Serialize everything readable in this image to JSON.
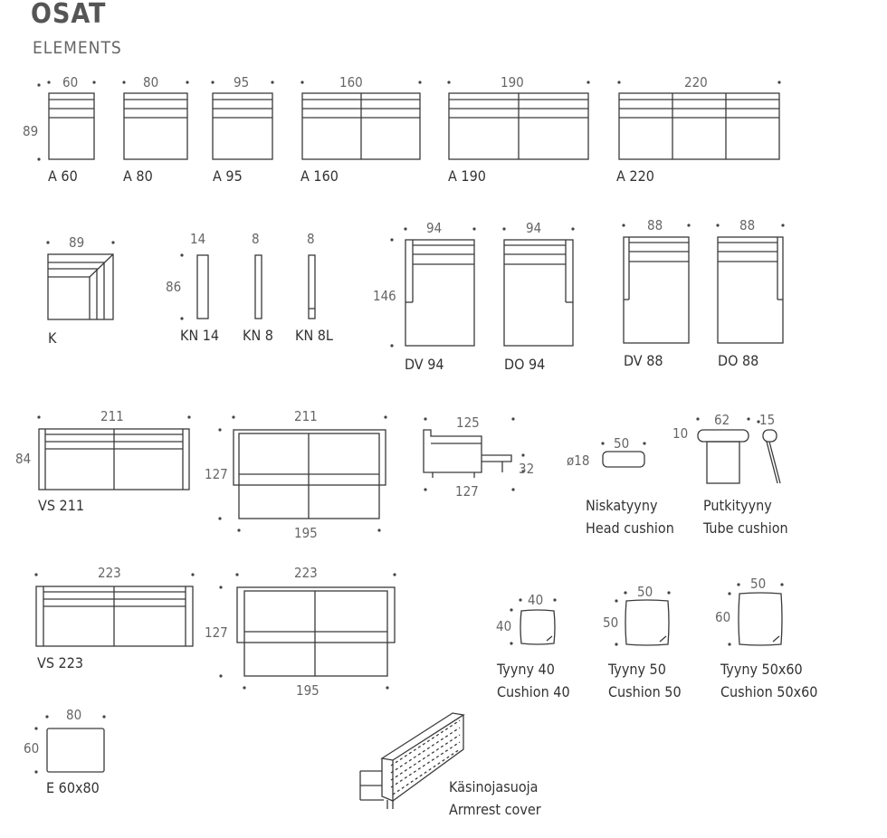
{
  "header": {
    "title": "OSAT",
    "subtitle": "ELEMENTS"
  },
  "row1": {
    "height_dim": "89",
    "items": [
      {
        "dim": "60",
        "label": "A 60"
      },
      {
        "dim": "80",
        "label": "A 80"
      },
      {
        "dim": "95",
        "label": "A 95"
      },
      {
        "dim": "160",
        "label": "A 160"
      },
      {
        "dim": "190",
        "label": "A 190"
      },
      {
        "dim": "220",
        "label": "A 220"
      }
    ]
  },
  "row2": {
    "corner": {
      "dim": "89",
      "label": "K"
    },
    "armrests": {
      "height_dim": "86",
      "items": [
        {
          "dim": "14",
          "label": "KN 14"
        },
        {
          "dim": "8",
          "label": "KN 8"
        },
        {
          "dim": "8",
          "label": "KN 8L"
        }
      ]
    },
    "chaise": {
      "height_dim": "146",
      "items": [
        {
          "dim": "94",
          "label": "DV 94"
        },
        {
          "dim": "94",
          "label": "DO 94"
        },
        {
          "dim": "88",
          "label": "DV 88"
        },
        {
          "dim": "88",
          "label": "DO 88"
        }
      ]
    }
  },
  "row3": {
    "vs211": {
      "width": "211",
      "height": "84",
      "label": "VS 211"
    },
    "bed211": {
      "width": "211",
      "height": "127",
      "inner": "195"
    },
    "side": {
      "top": "125",
      "right": "32",
      "bottom": "127"
    },
    "head_cushion": {
      "dim": "50",
      "diameter": "ø18",
      "label_fi": "Niskatyyny",
      "label_en": "Head cushion"
    },
    "tube_cushion": {
      "dim1": "62",
      "dim2": "15",
      "dim3": "10",
      "label_fi": "Putkityyny",
      "label_en": "Tube cushion"
    }
  },
  "row4": {
    "vs223": {
      "width": "223",
      "label": "VS 223"
    },
    "bed223": {
      "width": "223",
      "height": "127",
      "inner": "195"
    },
    "cushions": [
      {
        "w": "40",
        "h": "40",
        "label_fi": "Tyyny 40",
        "label_en": "Cushion 40"
      },
      {
        "w": "50",
        "h": "50",
        "label_fi": "Tyyny 50",
        "label_en": "Cushion 50"
      },
      {
        "w": "50",
        "h": "60",
        "label_fi": "Tyyny 50x60",
        "label_en": "Cushion 50x60"
      }
    ]
  },
  "row5": {
    "ottoman": {
      "w": "80",
      "h": "60",
      "label": "E 60x80"
    },
    "armrest_cover": {
      "label_fi": "Käsinojasuoja",
      "label_en": "Armrest cover"
    }
  }
}
